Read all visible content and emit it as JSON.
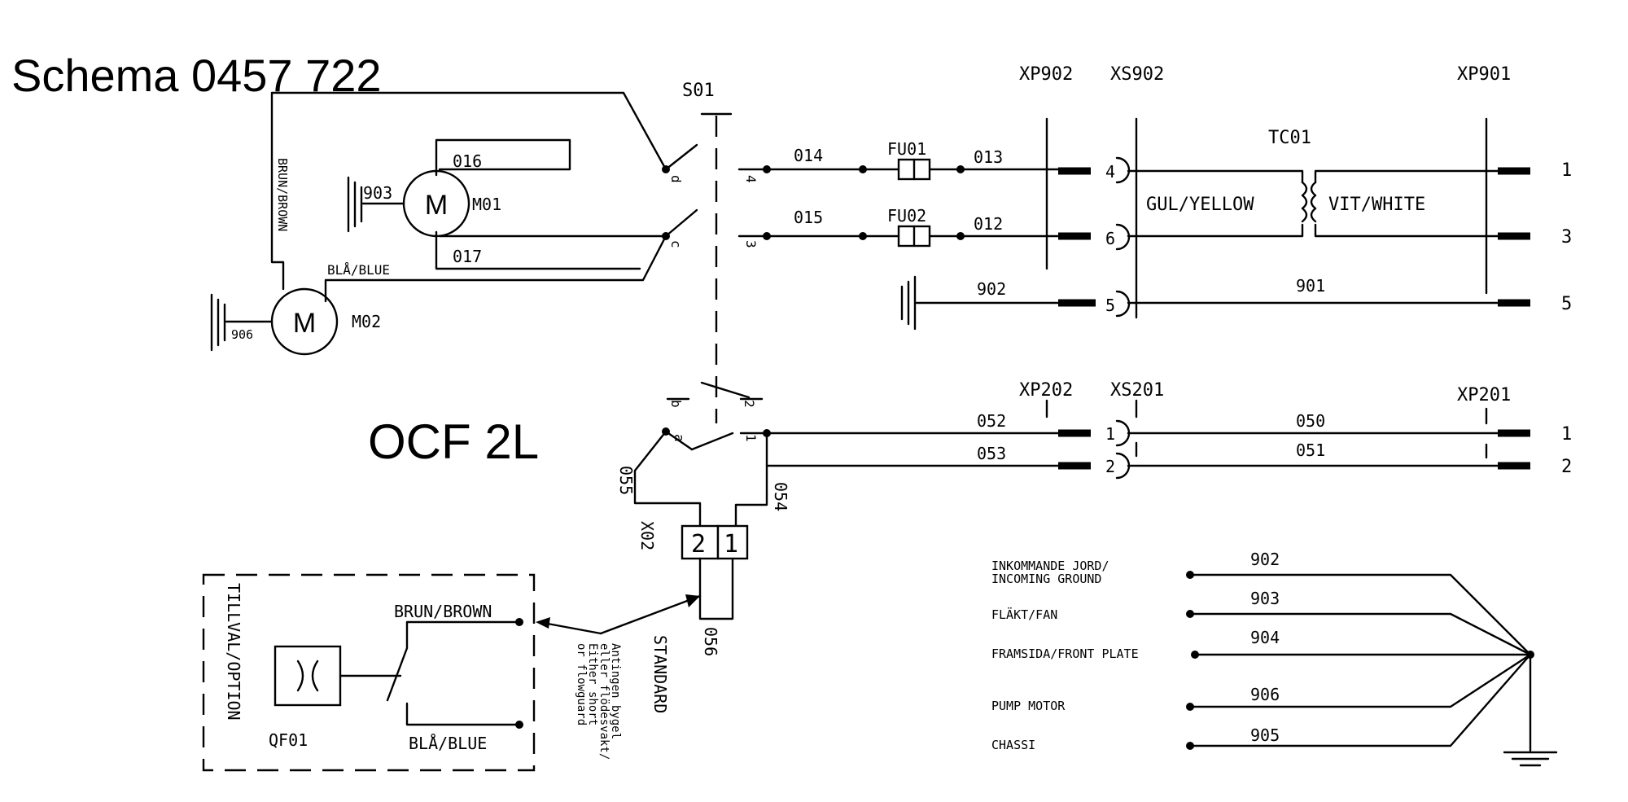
{
  "title": "Schema 0457 722",
  "model": "OCF 2L",
  "components": {
    "switch": "S01",
    "fan_motor": "M01",
    "pump_motor": "M02",
    "fuse1": "FU01",
    "fuse2": "FU02",
    "transformer": "TC01",
    "connector_xp902": "XP902",
    "connector_xs902": "XS902",
    "connector_xp901": "XP901",
    "connector_xp202": "XP202",
    "connector_xs201": "XS201",
    "connector_xp201": "XP201",
    "terminal": "X02",
    "option_device": "QF01",
    "motor_symbol": "M",
    "terminal_pin1": "1",
    "terminal_pin2": "2"
  },
  "wires": {
    "w014": "014",
    "w015": "015",
    "w013": "013",
    "w012": "012",
    "w016": "016",
    "w017": "017",
    "w903": "903",
    "w906": "906",
    "w902": "902",
    "w901": "901",
    "w052": "052",
    "w053": "053",
    "w050": "050",
    "w051": "051",
    "w055": "055",
    "w054": "054",
    "w056": "056"
  },
  "wire_colors": {
    "brown": "BRUN/BROWN",
    "blue": "BLÅ/BLUE",
    "yellow": "GUL/YELLOW",
    "white": "VIT/WHITE"
  },
  "switch_contacts": {
    "d": "d",
    "c": "c",
    "b": "b",
    "a": "a",
    "n4": "4",
    "n3": "3",
    "n2": "2",
    "n1": "1"
  },
  "pins": {
    "xs902_4": "4",
    "xs902_6": "6",
    "xs902_5": "5",
    "xs201_1": "1",
    "xs201_2": "2",
    "xp901_1": "1",
    "xp901_3": "3",
    "xp901_5": "5",
    "xp201_1": "1",
    "xp201_2": "2"
  },
  "option_box": {
    "label": "TILLVAL/OPTION",
    "brown": "BRUN/BROWN",
    "blue": "BLÅ/BLUE",
    "note_sv": "Antingen bygel",
    "note_sv2": "eller flödesvakt/",
    "note_en": "Either short",
    "note_en2": "or flowguard",
    "standard": "STANDARD"
  },
  "ground_table": [
    {
      "label": "INKOMMANDE JORD/",
      "label2": "INCOMING GROUND",
      "wire": "902"
    },
    {
      "label": "FLÄKT/FAN",
      "label2": "",
      "wire": "903"
    },
    {
      "label": "FRAMSIDA/FRONT PLATE",
      "label2": "",
      "wire": "904"
    },
    {
      "label": "PUMP MOTOR",
      "label2": "",
      "wire": "906"
    },
    {
      "label": "CHASSI",
      "label2": "",
      "wire": "905"
    }
  ]
}
